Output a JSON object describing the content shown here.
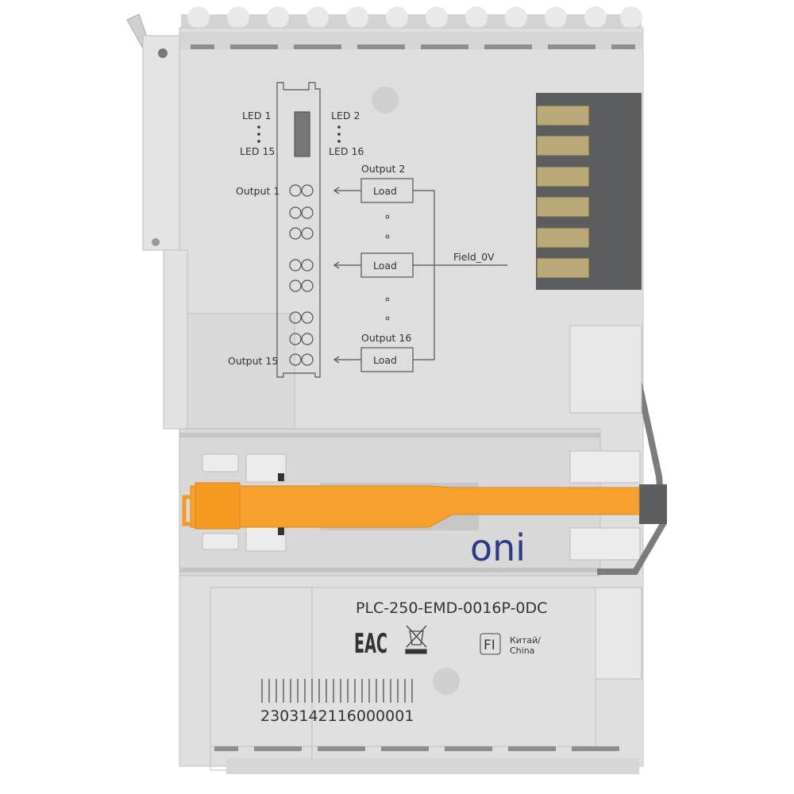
{
  "diagram": {
    "led_left_top": "LED 1",
    "led_left_bottom": "LED 15",
    "led_right_top": "LED 2",
    "led_right_bottom": "LED 16",
    "output_1": "Output 1",
    "output_2": "Output 2",
    "output_15": "Output 15",
    "output_16": "Output 16",
    "load_label": "Load",
    "field_label": "Field_0V"
  },
  "brand": {
    "logo": "oni",
    "logo_color": "#2e3a87"
  },
  "label": {
    "model": "PLC-250-EMD-0016P-0DC",
    "eac_mark": "EAC",
    "origin_code": "FI",
    "origin_ru": "Китай/",
    "origin_en": "China",
    "serial": "2303142116000001"
  },
  "colors": {
    "housing": "#dcdcdc",
    "lever": "#f7a22f",
    "connector": "#5b5d5f",
    "contact": "#b9a878"
  }
}
